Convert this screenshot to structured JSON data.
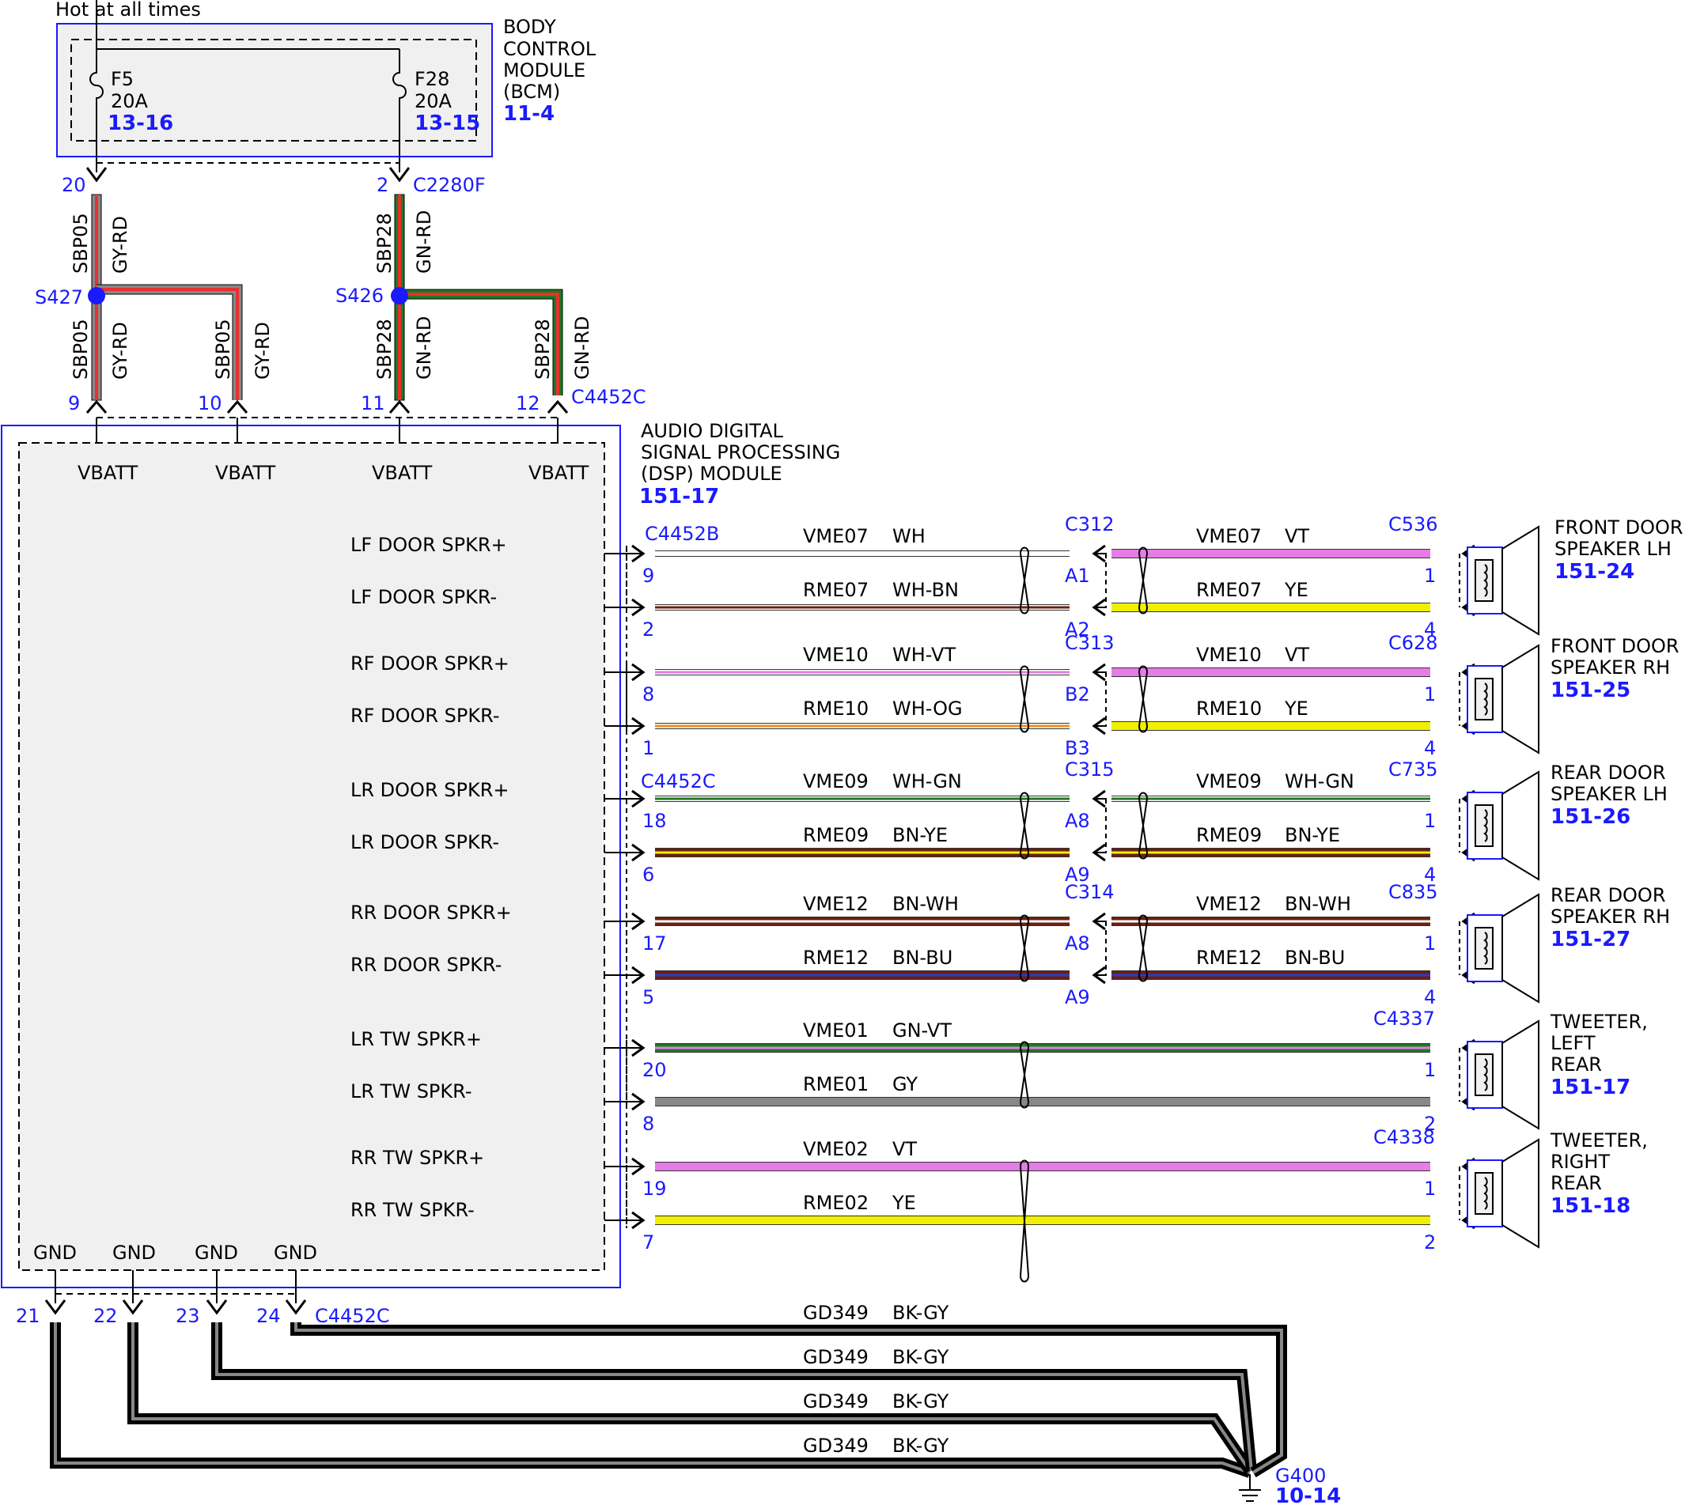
{
  "colors": {
    "blue": "#1a1aff",
    "WH": "#ffffff",
    "BN": "#6b2010",
    "YE": "#f0f000",
    "VT": "#e67ce6",
    "GN": "#1f7a1f",
    "GY": "#888888",
    "RD": "#e83030",
    "BU": "#2a3ad0",
    "OG": "#f08c1c",
    "BK": "#111111"
  },
  "top_label": "Hot at all times",
  "bcm": {
    "title": [
      "BODY",
      "CONTROL",
      "MODULE",
      "(BCM)"
    ],
    "ref": "11-4",
    "fuse1": {
      "name": "F5",
      "rating": "20A",
      "ref": "13-16"
    },
    "fuse2": {
      "name": "F28",
      "rating": "20A",
      "ref": "13-15"
    }
  },
  "connectors": {
    "c2280f": "C2280F",
    "c4452c": "C4452C",
    "c4452b": "C4452B",
    "c4452c_mid": "C4452C",
    "c4452c_gnd": "C4452C"
  },
  "bcm_pins": [
    "20",
    "2"
  ],
  "supply_circuits": [
    "SBP05",
    "GY-RD",
    "SBP28",
    "GN-RD"
  ],
  "splices": [
    "S427",
    "S426"
  ],
  "dsp_pins_top": [
    "9",
    "10",
    "11",
    "12"
  ],
  "vbatt": "VBATT",
  "dsp": {
    "title": [
      "AUDIO DIGITAL",
      "SIGNAL PROCESSING",
      "(DSP) MODULE"
    ],
    "ref": "151-17"
  },
  "dsp_labels": [
    "LF DOOR SPKR+",
    "LF DOOR SPKR-",
    "RF DOOR SPKR+",
    "RF DOOR SPKR-",
    "LR DOOR SPKR+",
    "LR DOOR SPKR-",
    "RR DOOR SPKR+",
    "RR DOOR SPKR-",
    "LR TW SPKR+",
    "LR TW SPKR-",
    "RR TW SPKR+",
    "RR TW SPKR-"
  ],
  "wires": [
    {
      "circuit": "VME07",
      "color": "WH",
      "pin": "9",
      "inline_pin": "A1",
      "spk_circuit": "VME07",
      "spk_color": "VT",
      "spk_pin": "1"
    },
    {
      "circuit": "RME07",
      "color": "WH-BN",
      "pin": "2",
      "inline_pin": "A2",
      "spk_circuit": "RME07",
      "spk_color": "YE",
      "spk_pin": "4"
    },
    {
      "circuit": "VME10",
      "color": "WH-VT",
      "pin": "8",
      "inline_pin": "B2",
      "spk_circuit": "VME10",
      "spk_color": "VT",
      "spk_pin": "1"
    },
    {
      "circuit": "RME10",
      "color": "WH-OG",
      "pin": "1",
      "inline_pin": "B3",
      "spk_circuit": "RME10",
      "spk_color": "YE",
      "spk_pin": "4"
    },
    {
      "circuit": "VME09",
      "color": "WH-GN",
      "pin": "18",
      "inline_pin": "A8",
      "spk_circuit": "VME09",
      "spk_color": "WH-GN",
      "spk_pin": "1"
    },
    {
      "circuit": "RME09",
      "color": "BN-YE",
      "pin": "6",
      "inline_pin": "A9",
      "spk_circuit": "RME09",
      "spk_color": "BN-YE",
      "spk_pin": "4"
    },
    {
      "circuit": "VME12",
      "color": "BN-WH",
      "pin": "17",
      "inline_pin": "A8",
      "spk_circuit": "VME12",
      "spk_color": "BN-WH",
      "spk_pin": "1"
    },
    {
      "circuit": "RME12",
      "color": "BN-BU",
      "pin": "5",
      "inline_pin": "A9",
      "spk_circuit": "RME12",
      "spk_color": "BN-BU",
      "spk_pin": "4"
    },
    {
      "circuit": "VME01",
      "color": "GN-VT",
      "pin": "20",
      "spk_pin": "1"
    },
    {
      "circuit": "RME01",
      "color": "GY",
      "pin": "8",
      "spk_pin": "2"
    },
    {
      "circuit": "VME02",
      "color": "VT",
      "pin": "19",
      "spk_pin": "1"
    },
    {
      "circuit": "RME02",
      "color": "YE",
      "pin": "7",
      "spk_pin": "2"
    }
  ],
  "inline_connectors": [
    "C312",
    "C313",
    "C315",
    "C314"
  ],
  "speaker_connectors": [
    "C536",
    "C628",
    "C735",
    "C835",
    "C4337",
    "C4338"
  ],
  "speakers": [
    {
      "lines": [
        "FRONT DOOR",
        "SPEAKER LH"
      ],
      "ref": "151-24"
    },
    {
      "lines": [
        "FRONT DOOR",
        "SPEAKER RH"
      ],
      "ref": "151-25"
    },
    {
      "lines": [
        "REAR DOOR",
        "SPEAKER LH"
      ],
      "ref": "151-26"
    },
    {
      "lines": [
        "REAR DOOR",
        "SPEAKER RH"
      ],
      "ref": "151-27"
    },
    {
      "lines": [
        "TWEETER,",
        "LEFT",
        "REAR"
      ],
      "ref": "151-17"
    },
    {
      "lines": [
        "TWEETER,",
        "RIGHT",
        "REAR"
      ],
      "ref": "151-18"
    }
  ],
  "gnd_label": "GND",
  "gnd_pins": [
    "21",
    "22",
    "23",
    "24"
  ],
  "ground_wires": [
    {
      "circuit": "GD349",
      "color": "BK-GY"
    },
    {
      "circuit": "GD349",
      "color": "BK-GY"
    },
    {
      "circuit": "GD349",
      "color": "BK-GY"
    },
    {
      "circuit": "GD349",
      "color": "BK-GY"
    }
  ],
  "ground": {
    "name": "G400",
    "ref": "10-14"
  }
}
